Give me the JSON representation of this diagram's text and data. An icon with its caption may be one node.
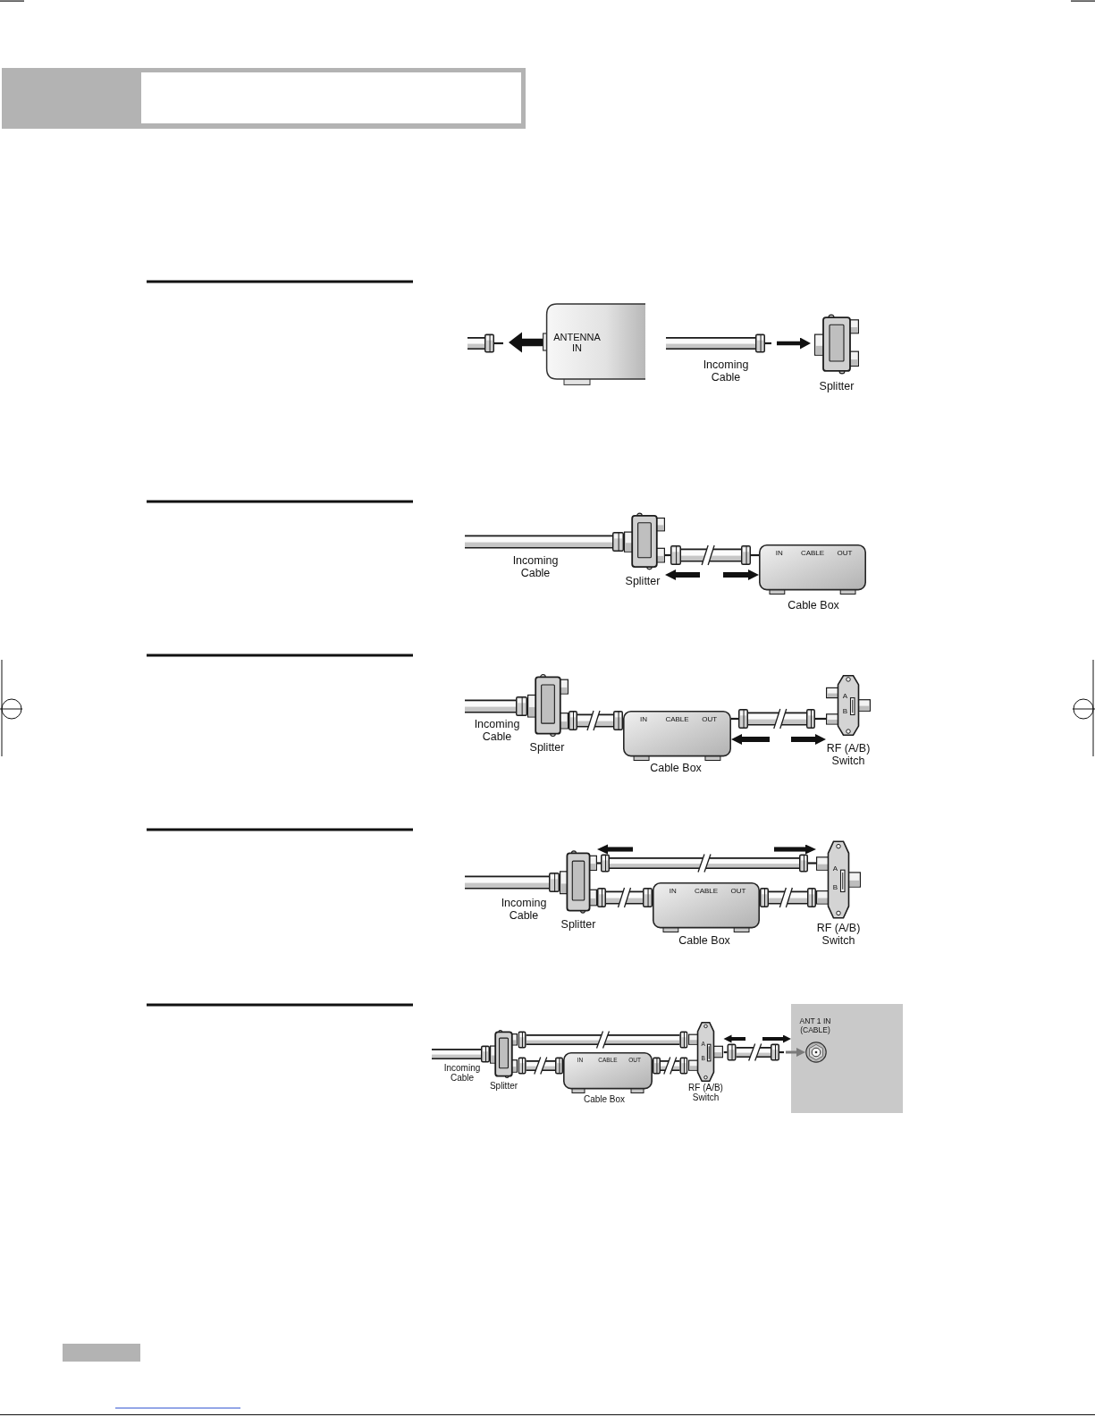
{
  "diagram": {
    "nodes": [
      {
        "text": [],
        "shape": "picture"
      },
      {
        "text": [
          "ANTENNA IN"
        ]
      },
      {
        "text": [
          "Incoming Cable"
        ]
      },
      {
        "text": [
          "Splitter"
        ]
      },
      {
        "text": [
          "Incoming Cable"
        ]
      },
      {
        "text": [
          "Splitter"
        ]
      },
      {
        "text": [
          "IN",
          "CABLE",
          "OUT",
          "Cable Box"
        ]
      },
      {
        "text": [
          "Incoming Cable"
        ]
      },
      {
        "text": [
          "Splitter"
        ]
      },
      {
        "text": [
          "IN",
          "CABLE",
          "OUT",
          "Cable Box"
        ]
      },
      {
        "text": [
          "A",
          "B",
          "RF (A/B) Switch"
        ]
      },
      {
        "text": [
          "Incoming Cable"
        ]
      },
      {
        "text": [
          "Splitter"
        ]
      },
      {
        "text": [
          "IN",
          "CABLE",
          "OUT",
          "Cable Box"
        ]
      },
      {
        "text": [
          "A",
          "B",
          "RF (A/B) Switch"
        ]
      },
      {
        "text": [
          "Incoming Cable"
        ]
      },
      {
        "text": [
          "Splitter"
        ]
      },
      {
        "text": [
          "IN",
          "CABLE",
          "OUT",
          "Cable Box"
        ]
      },
      {
        "text": [
          "A",
          "B",
          "RF (A/B) Switch"
        ]
      },
      {
        "text": [
          "ANT 1 IN (CABLE)"
        ]
      },
      {
        "text": [],
        "shape": "circle",
        "in": 19
      }
    ],
    "edges": [
      {
        "from": 1,
        "to": 0,
        "arrow": "to",
        "style": "thick"
      },
      {
        "from": 2,
        "to": 3,
        "arrow": "to",
        "style": "thick"
      },
      {
        "from": 5,
        "to": 6,
        "arrow": "none"
      },
      {
        "from": null,
        "to": 5,
        "arrow": "to",
        "style": "thick"
      },
      {
        "from": null,
        "to": 6,
        "arrow": "to",
        "style": "thick"
      },
      {
        "from": 8,
        "to": 9,
        "arrow": "none"
      },
      {
        "from": 9,
        "to": 10,
        "arrow": "none"
      },
      {
        "from": null,
        "to": 9,
        "arrow": "to",
        "style": "thick"
      },
      {
        "from": null,
        "to": 10,
        "arrow": "to",
        "style": "thick"
      },
      {
        "from": 12,
        "to": 14,
        "arrow": "none"
      },
      {
        "from": null,
        "to": 12,
        "arrow": "to",
        "style": "thick"
      },
      {
        "from": null,
        "to": 14,
        "arrow": "to",
        "style": "thick"
      },
      {
        "from": 12,
        "to": 13,
        "arrow": "none"
      },
      {
        "from": 13,
        "to": 14,
        "arrow": "none"
      },
      {
        "from": 16,
        "to": 18,
        "arrow": "none"
      },
      {
        "from": 16,
        "to": 17,
        "arrow": "none"
      },
      {
        "from": 17,
        "to": 18,
        "arrow": "none"
      },
      {
        "from": 18,
        "to": 20,
        "arrow": "to"
      },
      {
        "from": null,
        "to": 18,
        "arrow": "to",
        "style": "thick"
      },
      {
        "from": null,
        "to": 19,
        "arrow": "to",
        "style": "thick"
      }
    ]
  }
}
